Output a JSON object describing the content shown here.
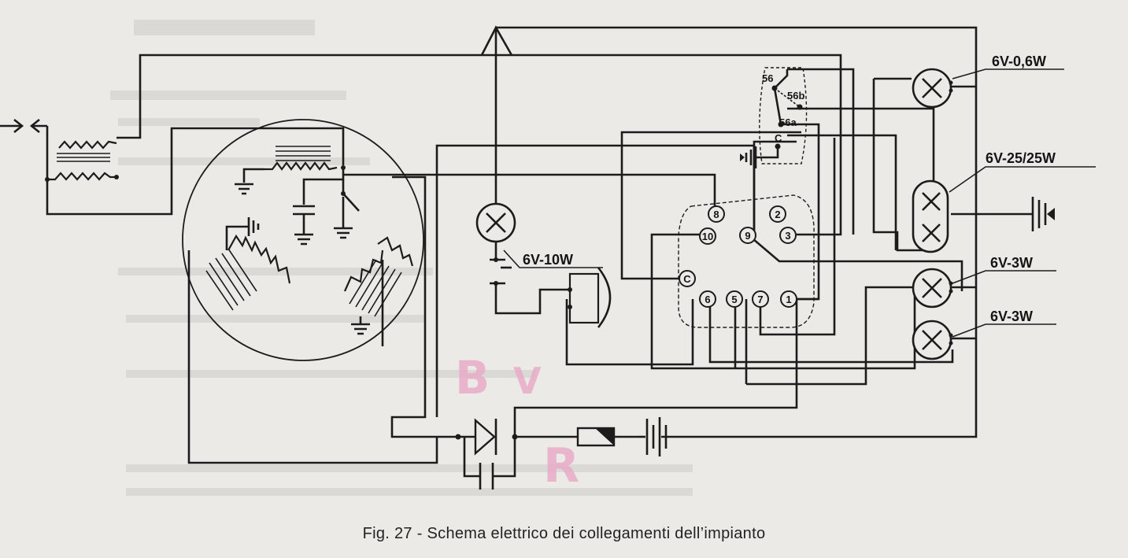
{
  "labels": {
    "lamp_tail": "6V-0,6W",
    "lamp_head": "6V-25/25W",
    "lamp_stop": "6V-10W",
    "lamp_ind1": "6V-3W",
    "lamp_ind2": "6V-3W"
  },
  "switch": {
    "t56": "56",
    "t56b": "56b",
    "t56a": "56a",
    "tc": "C"
  },
  "terminals": [
    "8",
    "2",
    "10",
    "9",
    "3",
    "C",
    "6",
    "5",
    "7",
    "1"
  ],
  "annotations": {
    "b": "B",
    "v": "V",
    "r": "R"
  },
  "caption": "Fig. 27 - Schema elettrico dei collegamenti dell’impianto"
}
